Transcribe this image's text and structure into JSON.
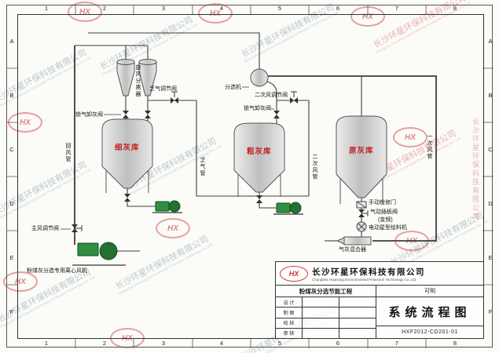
{
  "sheet": {
    "cols": [
      "1",
      "2",
      "3",
      "4",
      "5",
      "6",
      "7",
      "8"
    ],
    "rows": [
      "A",
      "B",
      "C",
      "D",
      "E",
      "F"
    ]
  },
  "brand": {
    "logo": "HX",
    "company_cn": "长沙环星环保科技有限公司",
    "company_en": "Changsha Huanxing Environmental Protection Technology Co.,Ltd"
  },
  "diagram": {
    "tanks": {
      "fine": "细灰库",
      "coarse": "粗灰库",
      "raw": "原灰库"
    },
    "labels": {
      "cyclone": "旋风分离器",
      "airlock_valve_left": "锁气卸灰阀",
      "spent_air_valve": "乏气调节阀",
      "classifier": "分选机",
      "secondary_air_valve": "二次风调节阀",
      "airlock_valve_mid": "锁气卸灰阀",
      "return_air_duct": "回风管",
      "spent_air_duct": "乏气管",
      "secondary_air_duct": "二次风管",
      "primary_air_duct": "一次风管",
      "manual_access_door": "手动检修门",
      "pneumatic_gate_valve": "气动插板阀",
      "vfd_note": "(变频)",
      "rotary_feeder": "电动星型给料机",
      "air_ash_mixer": "气灰混合器",
      "main_air_valve": "主风调节阀",
      "fan": "粉煤灰分选专用离心风机"
    }
  },
  "titleblock": {
    "project": "粉煤灰分选节能工程",
    "stage": "可明",
    "row_design": "设 计",
    "row_draft": "制 图",
    "row_check": "校 核",
    "row_approve": "审 核",
    "title": "系统流程图",
    "drawing_no": "HXF2012-CD201-01"
  }
}
